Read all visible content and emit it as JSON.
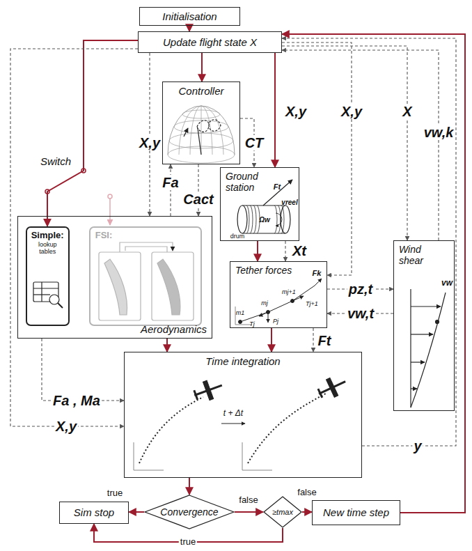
{
  "diagram": {
    "nodes": [
      {
        "text": [
          "Initialisation"
        ]
      },
      {
        "text": [
          "Update flight state X"
        ]
      },
      {
        "text": [
          "Controller"
        ]
      },
      {
        "text": [
          "Ground station"
        ]
      },
      {
        "text": [
          "Aerodynamics"
        ]
      },
      {
        "text": [
          "Simple:",
          "lookup tables"
        ],
        "in": 4
      },
      {
        "text": [
          "FSI:"
        ],
        "in": 4
      },
      {
        "text": [
          "Tether forces"
        ]
      },
      {
        "text": [
          "Wind shear"
        ]
      },
      {
        "text": [
          "Time integration"
        ]
      },
      {
        "text": [
          "Convergence"
        ]
      },
      {
        "text": [
          "Sim stop"
        ]
      },
      {
        "text": [
          "≥tmax"
        ]
      },
      {
        "text": [
          "New time step"
        ]
      }
    ],
    "edges": [
      {
        "from": 0,
        "to": 1,
        "arrow": "to"
      },
      {
        "from": 1,
        "to": 2,
        "arrow": "to"
      },
      {
        "from": 1,
        "to": 3,
        "arrow": "to",
        "label": "X,y"
      },
      {
        "from": 1,
        "to": 5,
        "arrow": "to",
        "label": "Switch"
      },
      {
        "from": 1,
        "to": 4,
        "arrow": "to",
        "label": "X,y"
      },
      {
        "from": 4,
        "to": 2,
        "arrow": "to",
        "label": "Fa"
      },
      {
        "from": 2,
        "to": 4,
        "arrow": "to",
        "label": "Cact"
      },
      {
        "from": 2,
        "to": 3,
        "arrow": "to",
        "label": "CT"
      },
      {
        "from": 1,
        "to": 7,
        "arrow": "to",
        "label": "X,y"
      },
      {
        "from": 1,
        "to": 8,
        "arrow": "to",
        "label": "X"
      },
      {
        "from": 8,
        "to": 1,
        "arrow": "to",
        "label": "vw,k"
      },
      {
        "from": 3,
        "to": 7,
        "arrow": "to"
      },
      {
        "from": 3,
        "to": 7,
        "arrow": "to",
        "label": "Xt"
      },
      {
        "from": 7,
        "to": 8,
        "arrow": "to",
        "label": "pz,t"
      },
      {
        "from": 8,
        "to": 7,
        "arrow": "to",
        "label": "vw,t"
      },
      {
        "from": 4,
        "to": 9,
        "arrow": "to"
      },
      {
        "from": 7,
        "to": 9,
        "arrow": "to"
      },
      {
        "from": 4,
        "to": 9,
        "arrow": "to",
        "label": "Fa , Ma"
      },
      {
        "from": 1,
        "to": 9,
        "arrow": "to",
        "label": "X,y"
      },
      {
        "from": 7,
        "to": 9,
        "arrow": "to",
        "label": "Ft"
      },
      {
        "from": 9,
        "to": 1,
        "arrow": "to",
        "label": "y"
      },
      {
        "from": 9,
        "to": 10,
        "arrow": "to"
      },
      {
        "from": 10,
        "to": 11,
        "arrow": "to",
        "label": "true"
      },
      {
        "from": 10,
        "to": 12,
        "arrow": "to",
        "label": "false"
      },
      {
        "from": 12,
        "to": 13,
        "arrow": "to",
        "label": "false"
      },
      {
        "from": 12,
        "to": 11,
        "arrow": "to",
        "label": "true"
      },
      {
        "from": 13,
        "to": 1,
        "arrow": "to"
      }
    ],
    "labels": [
      "Ft",
      "vreel",
      "Ωw",
      "drum",
      "Fk",
      "mj+1",
      "Tj+1",
      "mj",
      "Tj",
      "Pj",
      "m1",
      "vw",
      "t + Δt"
    ]
  }
}
